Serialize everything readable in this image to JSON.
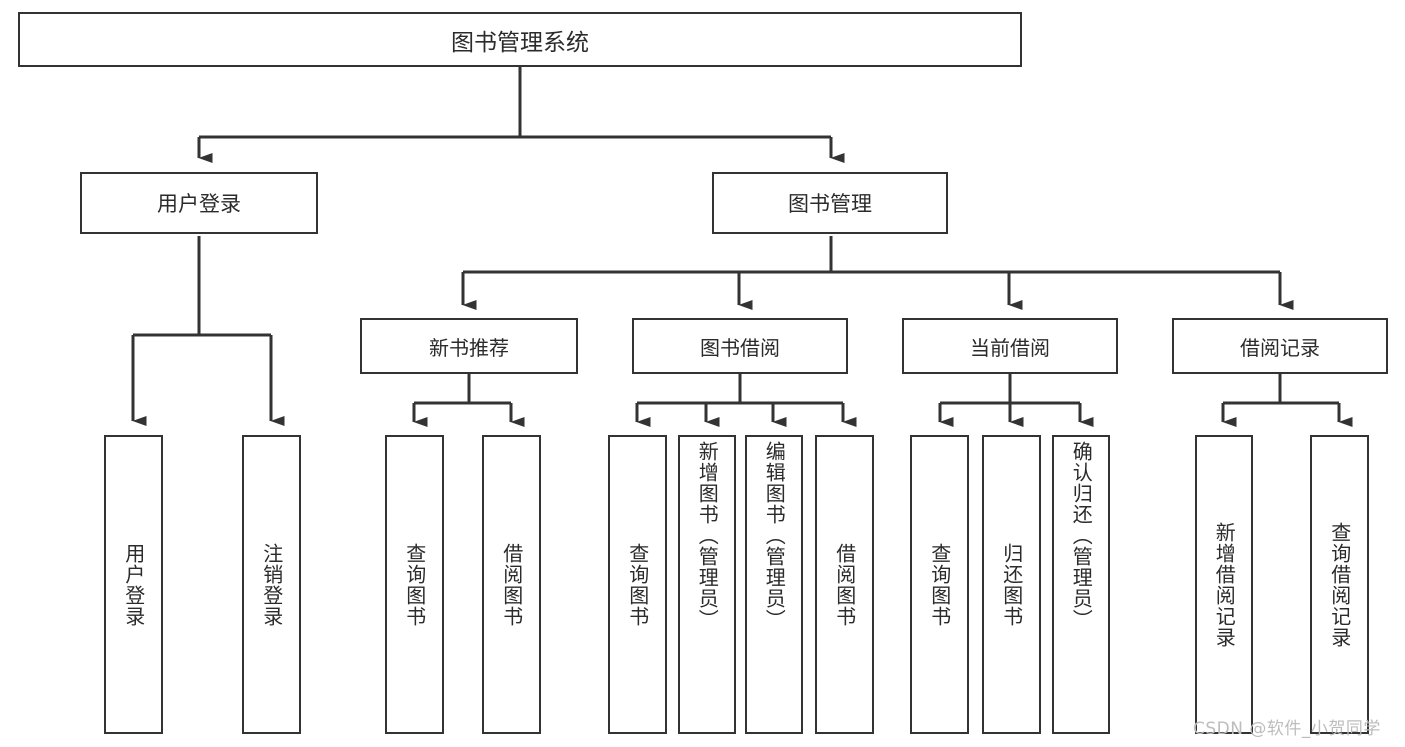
{
  "diagram": {
    "title": "图书管理系统",
    "type": "hierarchy-tree",
    "line_color": "#333333",
    "text_color": "#2b2b2b",
    "background": "#ffffff"
  },
  "nodes": {
    "root": {
      "label": "图书管理系统"
    },
    "level2": [
      {
        "id": "user-login",
        "label": "用户登录"
      },
      {
        "id": "book-manage",
        "label": "图书管理"
      }
    ],
    "level3": [
      {
        "id": "new-book-recommend",
        "label": "新书推荐"
      },
      {
        "id": "book-borrow",
        "label": "图书借阅"
      },
      {
        "id": "current-borrow",
        "label": "当前借阅"
      },
      {
        "id": "borrow-record",
        "label": "借阅记录"
      }
    ],
    "leaves": {
      "user_login": [
        {
          "id": "leaf-user-login",
          "label": "用户登录"
        },
        {
          "id": "leaf-logout-login",
          "label": "注销登录"
        }
      ],
      "new_book_recommend": [
        {
          "id": "leaf-query-book-1",
          "label": "查询图书"
        },
        {
          "id": "leaf-borrow-book-1",
          "label": "借阅图书"
        }
      ],
      "book_borrow": [
        {
          "id": "leaf-query-book-2",
          "label": "查询图书"
        },
        {
          "id": "leaf-add-book",
          "label": "新增图书（管理员）"
        },
        {
          "id": "leaf-edit-book",
          "label": "编辑图书（管理员）"
        },
        {
          "id": "leaf-borrow-book-2",
          "label": "借阅图书"
        }
      ],
      "current_borrow": [
        {
          "id": "leaf-query-book-3",
          "label": "查询图书"
        },
        {
          "id": "leaf-return-book",
          "label": "归还图书"
        },
        {
          "id": "leaf-confirm-return",
          "label": "确认归还（管理员）"
        }
      ],
      "borrow_record": [
        {
          "id": "leaf-add-record",
          "label": "新增借阅记录"
        },
        {
          "id": "leaf-query-record",
          "label": "查询借阅记录"
        }
      ]
    }
  },
  "watermark": {
    "text": "CSDN @软件_小贺同学"
  }
}
